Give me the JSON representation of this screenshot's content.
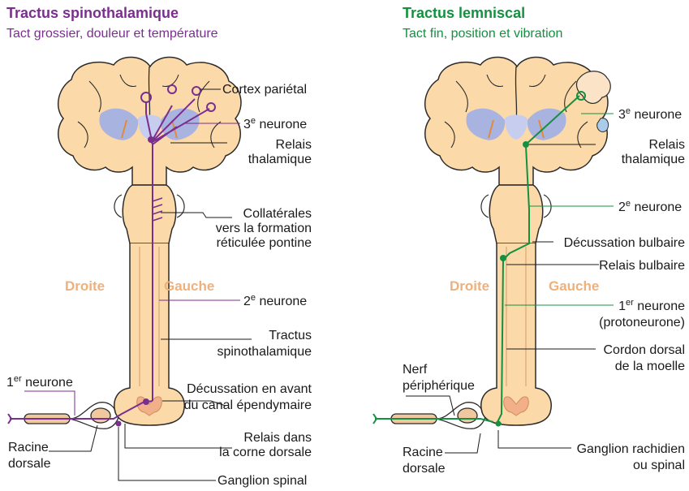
{
  "colors": {
    "purple": "#7a2e8e",
    "green": "#149040",
    "tissue": "#fcd9a8",
    "tissue_stroke": "#2b2b2b",
    "ventricle": "#a9b3e0",
    "side_label": "#f0b07a"
  },
  "left_panel": {
    "title": "Tractus spinothalamique",
    "subtitle": "Tact grossier, douleur et température",
    "side_right": "Droite",
    "side_left": "Gauche",
    "labels": {
      "cortex": "Cortex pariétal",
      "neuron3_num": "3",
      "neuron3_sup": "e",
      "neuron3_text": " neurone",
      "relais_thal_1": "Relais",
      "relais_thal_2": "thalamique",
      "collat_1": "Collatérales",
      "collat_2": "vers la formation",
      "collat_3": "réticulée pontine",
      "neuron2_num": "2",
      "neuron2_sup": "e",
      "neuron2_text": " neurone",
      "tractus_1": "Tractus",
      "tractus_2": "spinothalamique",
      "neuron1_num": "1",
      "neuron1_sup": "er",
      "neuron1_text": " neurone",
      "decuss_1": "Décussation en avant",
      "decuss_2": "du canal épendymaire",
      "relais_dans_1": "Relais dans",
      "relais_dans_2": "la corne dorsale",
      "racine_1": "Racine",
      "racine_2": "dorsale",
      "ganglion": "Ganglion spinal"
    }
  },
  "right_panel": {
    "title": "Tractus lemniscal",
    "subtitle": "Tact fin, position et vibration",
    "side_right": "Droite",
    "side_left": "Gauche",
    "labels": {
      "neuron3_num": "3",
      "neuron3_sup": "e",
      "neuron3_text": " neurone",
      "relais_thal_1": "Relais",
      "relais_thal_2": "thalamique",
      "neuron2_num": "2",
      "neuron2_sup": "e",
      "neuron2_text": " neurone",
      "decuss": "Décussation bulbaire",
      "relais_bulb": "Relais bulbaire",
      "neuron1_num": "1",
      "neuron1_sup": "er",
      "neuron1_text": " neurone",
      "protoneurone": "(protoneurone)",
      "cordon_1": "Cordon dorsal",
      "cordon_2": "de la moelle",
      "nerf_1": "Nerf",
      "nerf_2": "périphérique",
      "racine_1": "Racine",
      "racine_2": "dorsale",
      "ganglion_1": "Ganglion rachidien",
      "ganglion_2": "ou spinal"
    }
  }
}
